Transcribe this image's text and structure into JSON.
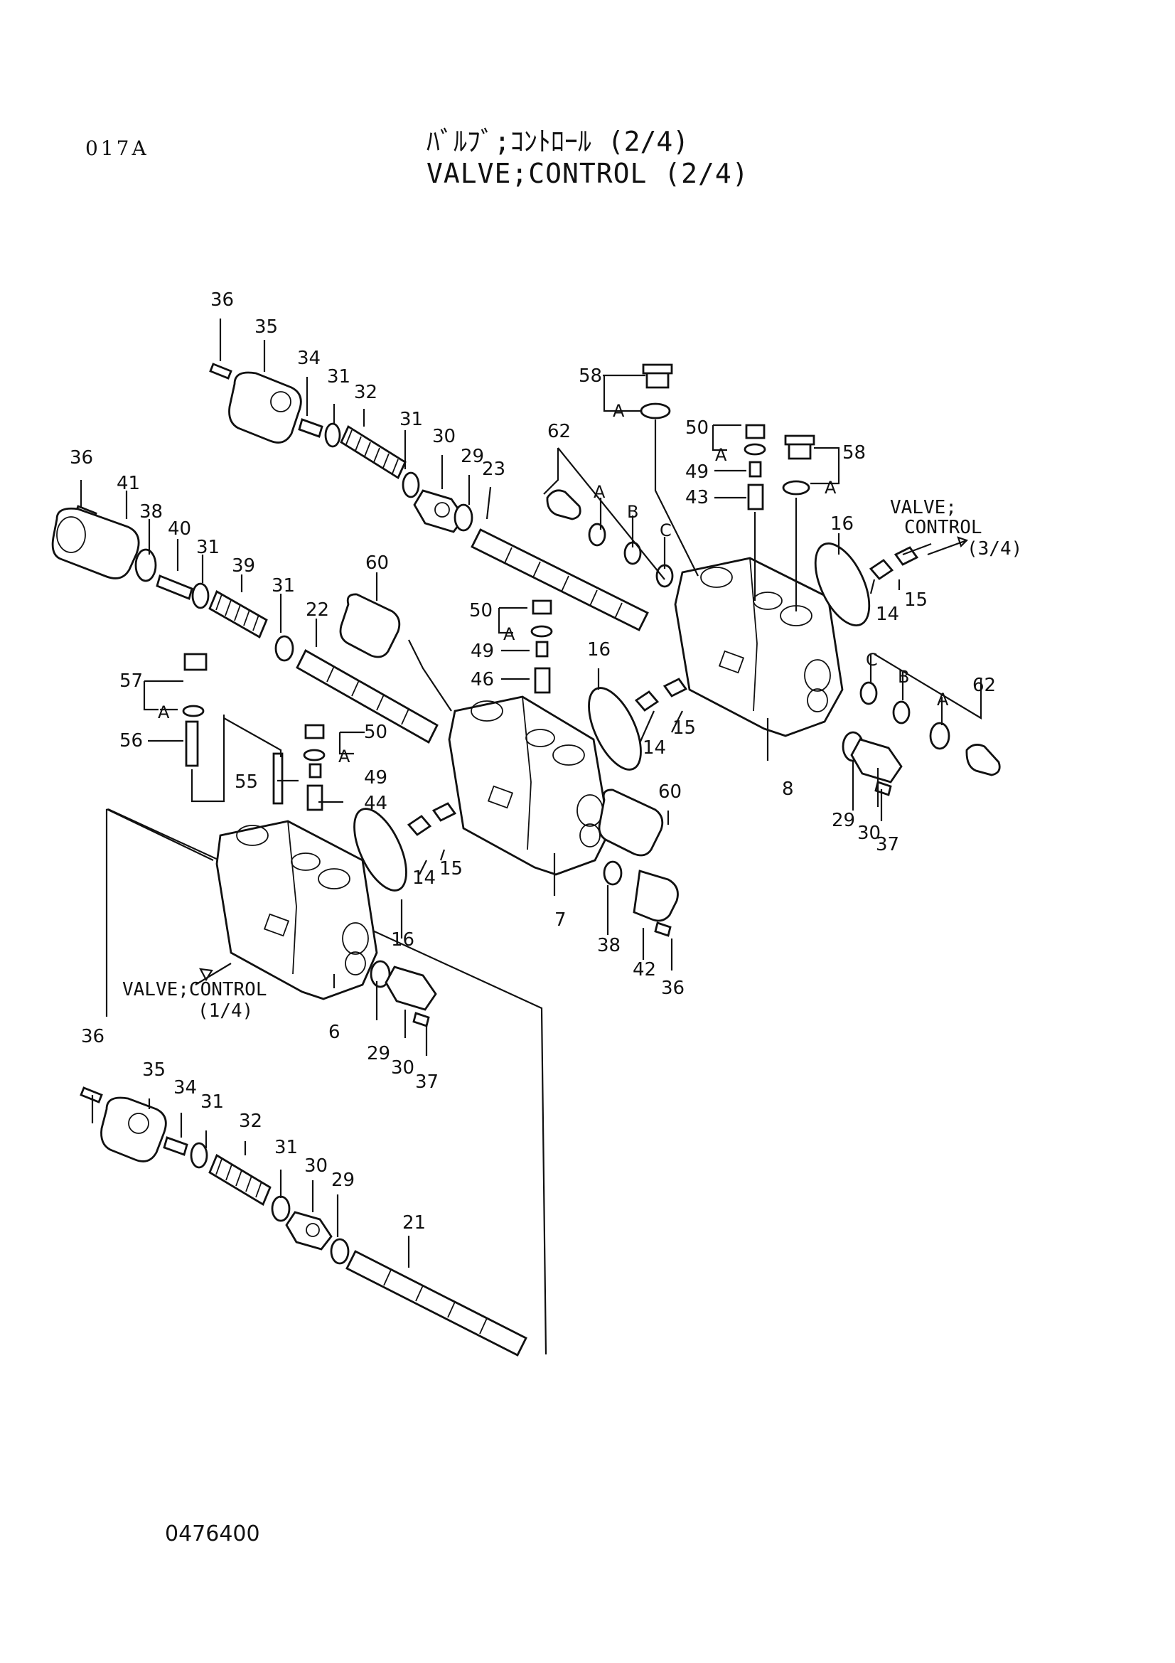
{
  "header": {
    "page_code": "017A",
    "title_jp": "ﾊﾞﾙﾌﾞ;ｺﾝﾄﾛｰﾙ (2/4)",
    "title_en": "VALVE;CONTROL (2/4)"
  },
  "footer": {
    "doc_number": "0476400"
  },
  "references": {
    "control_3_4": [
      "VALVE;",
      "CONTROL",
      "(3/4)"
    ],
    "control_1_4": [
      "VALVE;CONTROL",
      "(1/4)"
    ]
  },
  "sub_labels": {
    "a": "A",
    "b": "B",
    "c": "C"
  },
  "callouts": {
    "p6": "6",
    "p7": "7",
    "p8": "8",
    "p14": "14",
    "p15": "15",
    "p16": "16",
    "p21": "21",
    "p22": "22",
    "p23": "23",
    "p29": "29",
    "p30": "30",
    "p31": "31",
    "p32": "32",
    "p34": "34",
    "p35": "35",
    "p36": "36",
    "p37": "37",
    "p38": "38",
    "p39": "39",
    "p40": "40",
    "p41": "41",
    "p42": "42",
    "p43": "43",
    "p44": "44",
    "p46": "46",
    "p49": "49",
    "p50": "50",
    "p55": "55",
    "p56": "56",
    "p57": "57",
    "p58": "58",
    "p60": "60",
    "p62": "62"
  }
}
